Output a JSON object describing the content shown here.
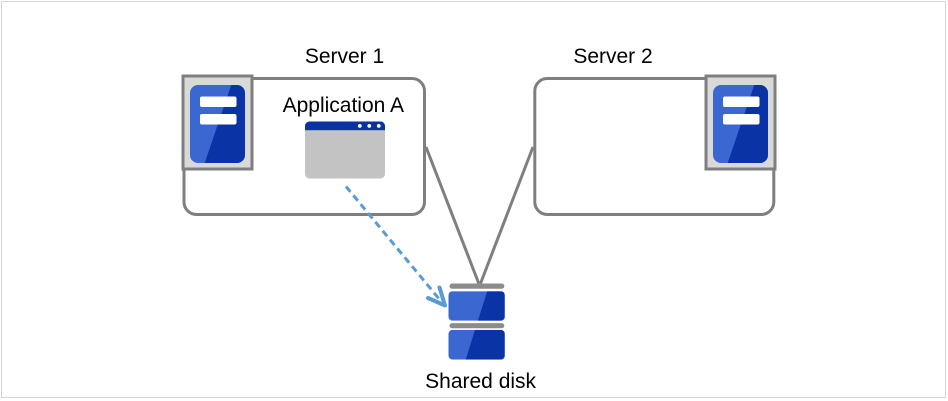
{
  "page": {
    "background": "#ffffff",
    "border_color": "#d4d4d4"
  },
  "labels": {
    "server1": "Server 1",
    "server2": "Server 2",
    "application": "Application A",
    "shared_disk": "Shared disk"
  },
  "colors": {
    "box_border": "#7f7f7f",
    "connector": "#7f7f7f",
    "icon_frame_fill": "#d9d9d9",
    "icon_frame_border": "#7f7f7f",
    "blue_light": "#3b67d1",
    "blue_dark": "#0a34a5",
    "titlebar_blue": "#0a32a0",
    "window_body": "#c3c3c3",
    "disk_cap": "#8c8c8c",
    "arrow_blue": "#5b9bd5",
    "label_color": "#000000",
    "page_bg": "#ffffff",
    "page_border": "#d4d4d4"
  }
}
